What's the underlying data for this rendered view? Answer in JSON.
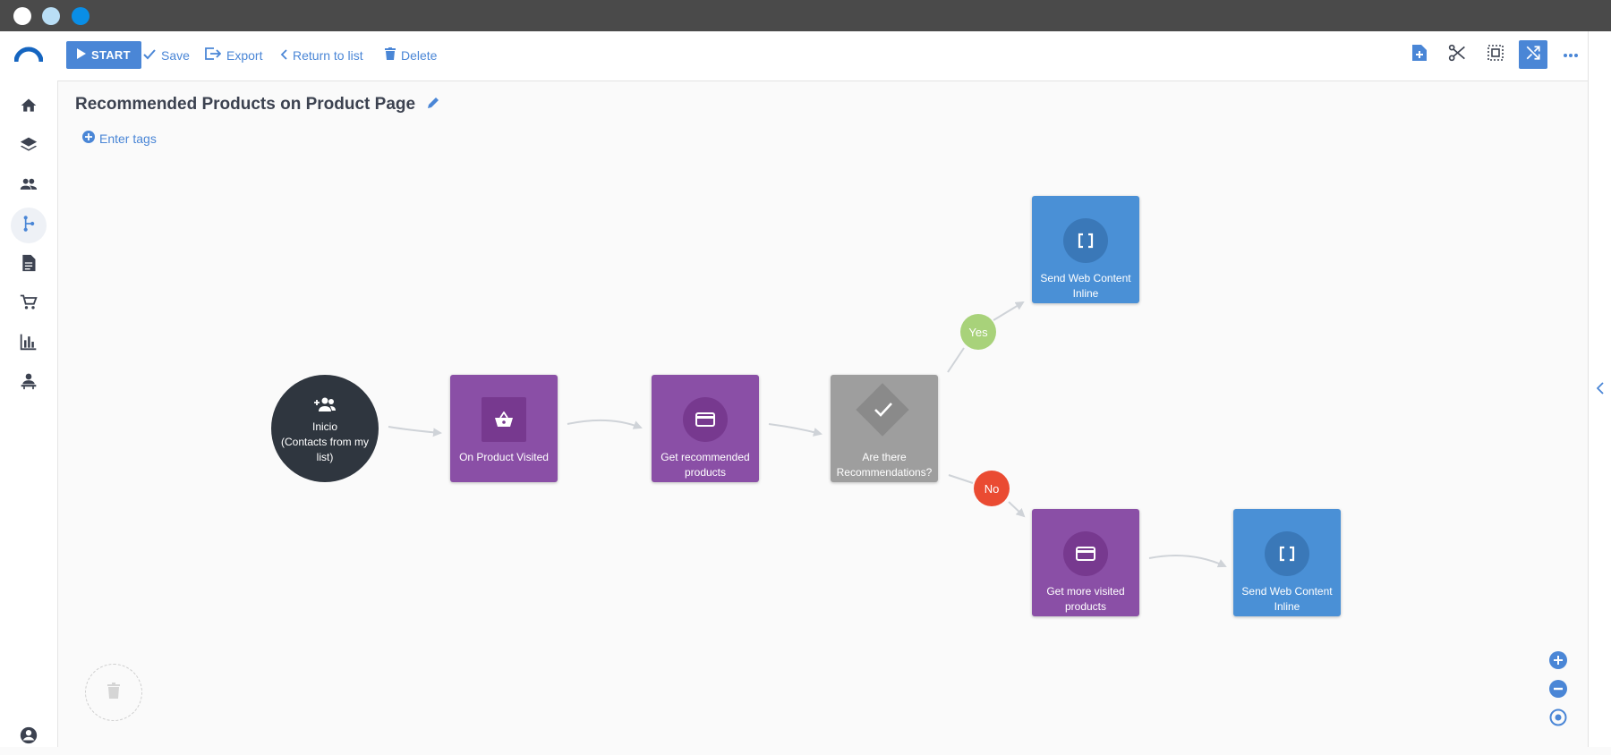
{
  "toolbar": {
    "start_label": "START",
    "save_label": "Save",
    "export_label": "Export",
    "return_label": "Return to list",
    "delete_label": "Delete"
  },
  "page": {
    "title": "Recommended Products on Product Page",
    "tags_label": "Enter tags"
  },
  "flow": {
    "start_node": {
      "line1": "Inicio",
      "line2": "(Contacts from my",
      "line3": "list)"
    },
    "nodes": [
      {
        "label": "On Product Visited",
        "icon": "basket-icon"
      },
      {
        "label": "Get recommended products",
        "icon": "card-icon"
      },
      {
        "label": "Are there Recommendations?",
        "icon": "check-diamond-icon"
      },
      {
        "label": "Send Web Content Inline",
        "icon": "brackets-icon"
      },
      {
        "label": "Get more visited products",
        "icon": "card-icon"
      },
      {
        "label": "Send Web Content Inline",
        "icon": "brackets-icon"
      }
    ],
    "yes_label": "Yes",
    "no_label": "No"
  },
  "colors": {
    "accent": "#4a86d6",
    "purple_node": "#8a4fa6",
    "blue_node": "#4a90d6",
    "condition_node": "#9e9e9e",
    "start_node": "#2f363f",
    "yes_badge": "#a8d27a",
    "no_badge": "#ea4b32"
  }
}
